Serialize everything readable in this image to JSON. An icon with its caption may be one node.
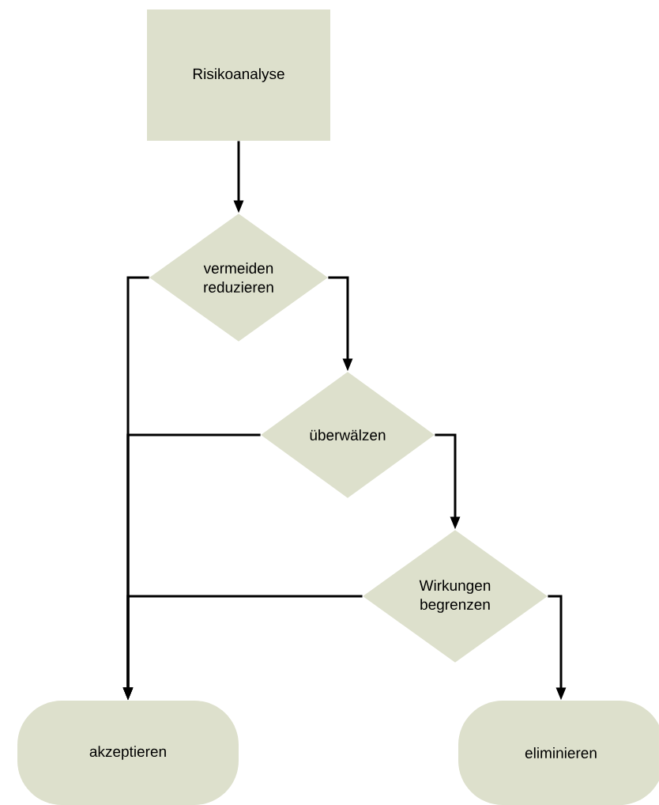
{
  "diagram": {
    "nodes": [
      {
        "text": [
          "Risikoanalyse"
        ]
      },
      {
        "text": [
          "vermeiden reduzieren"
        ]
      },
      {
        "text": [
          "überwälzen"
        ]
      },
      {
        "text": [
          "Wirkungen begrenzen"
        ]
      },
      {
        "text": [
          "akzeptieren"
        ]
      },
      {
        "text": [
          "eliminieren"
        ]
      }
    ],
    "edges": [
      {
        "from": 0,
        "to": 1,
        "arrow": "to"
      },
      {
        "from": 1,
        "to": 4,
        "arrow": "to"
      },
      {
        "from": 1,
        "to": 2,
        "arrow": "to"
      },
      {
        "from": 2,
        "to": 4,
        "arrow": "to"
      },
      {
        "from": 2,
        "to": 3,
        "arrow": "to"
      },
      {
        "from": 3,
        "to": 4,
        "arrow": "to"
      },
      {
        "from": 3,
        "to": 5,
        "arrow": "to"
      }
    ]
  }
}
